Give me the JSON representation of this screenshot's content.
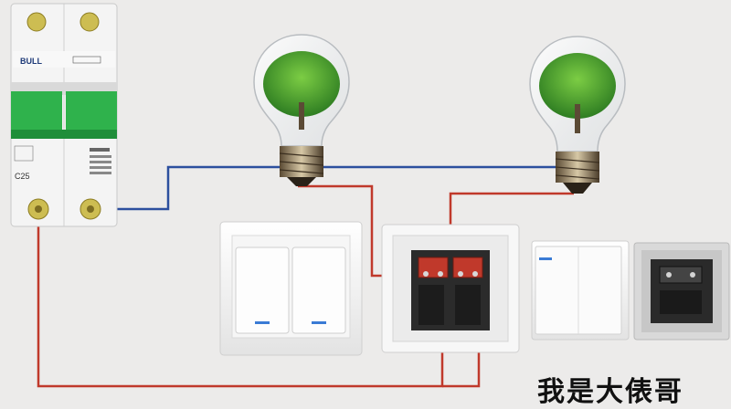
{
  "breaker": {
    "brand": "BULL",
    "rating": "C25"
  },
  "caption": "我是大俵哥",
  "colors": {
    "background": "#ecebea",
    "live_wire": "#c0392b",
    "neutral_wire": "#2c4f9e",
    "breaker_toggle": "#2fb24c",
    "indicator": "#3a7bd5"
  },
  "icons": [
    "circuit-breaker-icon",
    "light-bulb-icon",
    "wall-switch-icon"
  ]
}
